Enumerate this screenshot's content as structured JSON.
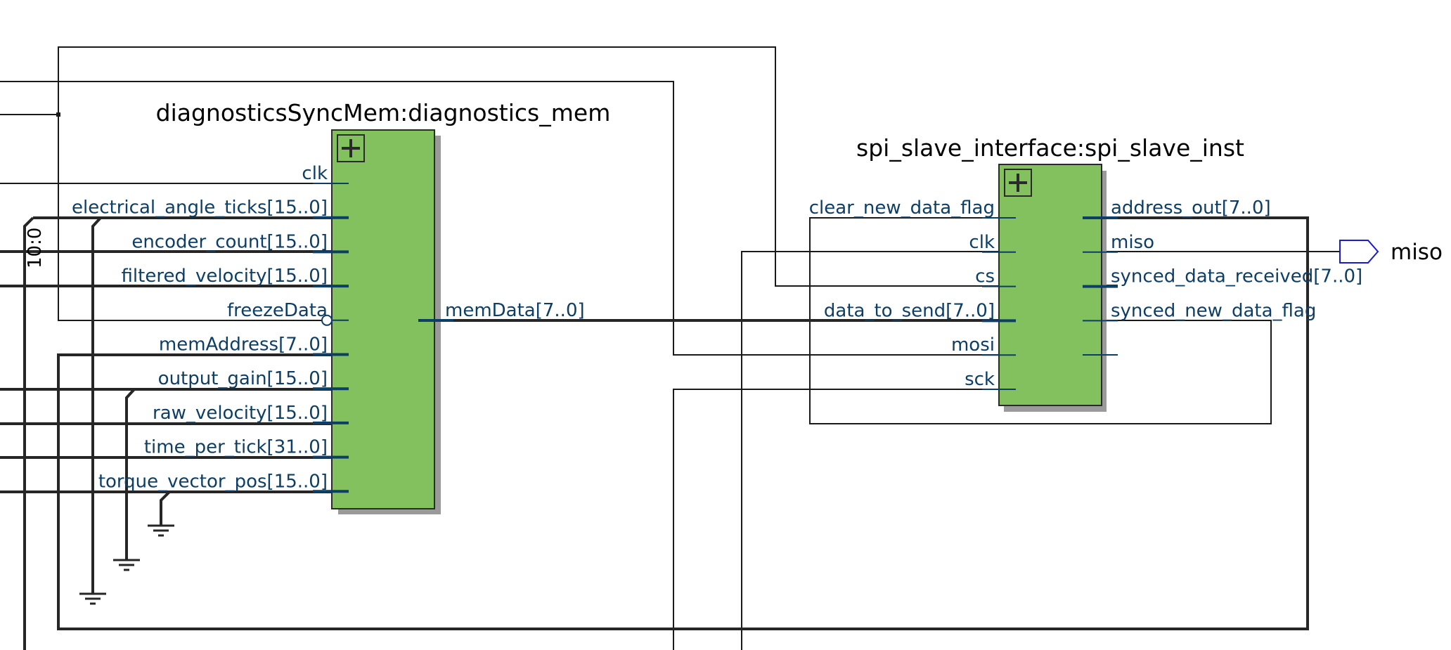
{
  "colors": {
    "block_fill": "#83c05e",
    "block_border": "#2a2a2a",
    "block_shadow": "#9a9a9a",
    "pin": "#0d3e66",
    "wire": "#1a1a1a",
    "bus": "#262626",
    "port_symbol": "#1a1ad0",
    "background": "#ffffff"
  },
  "diagnostics_block": {
    "title": "diagnosticsSyncMem:diagnostics_mem",
    "inputs": [
      "clk",
      "electrical_angle_ticks[15..0]",
      "encoder_count[15..0]",
      "filtered_velocity[15..0]",
      "freezeData",
      "memAddress[7..0]",
      "output_gain[15..0]",
      "raw_velocity[15..0]",
      "time_per_tick[31..0]",
      "torque_vector_pos[15..0]"
    ],
    "output": "memData[7..0]",
    "expand_icon": "plus-icon"
  },
  "spi_block": {
    "title": "spi_slave_interface:spi_slave_inst",
    "inputs": [
      "clear_new_data_flag",
      "clk",
      "cs",
      "data_to_send[7..0]",
      "mosi",
      "sck"
    ],
    "outputs": [
      "address_out[7..0]",
      "miso",
      "synced_data_received[7..0]",
      "synced_new_data_flag"
    ],
    "expand_icon": "plus-icon"
  },
  "bus_tap_label": "10:0",
  "output_port": {
    "label": "miso",
    "icon": "output-port-icon"
  },
  "ground_icon": "ground-icon"
}
